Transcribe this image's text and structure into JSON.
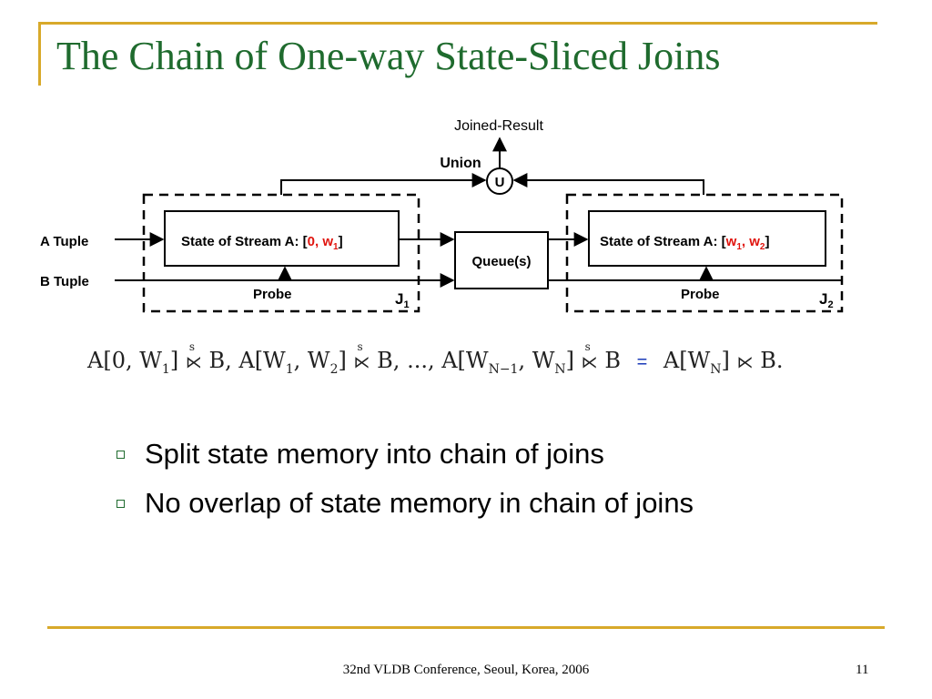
{
  "title": "The Chain of One-way State-Sliced Joins",
  "diagram": {
    "joined_result": "Joined-Result",
    "union_label": "Union",
    "union_symbol": "U",
    "a_tuple": "A Tuple",
    "b_tuple": "B Tuple",
    "state1_prefix": "State of Stream A: [",
    "state1_range": "0, w",
    "state1_sub": "1",
    "state1_suffix": "]",
    "state2_prefix": "State of Stream A: [",
    "state2_w1": "w",
    "state2_w1_sub": "1",
    "state2_sep": ", w",
    "state2_w2_sub": "2",
    "state2_suffix": "]",
    "queue": "Queue(s)",
    "probe1": "Probe",
    "probe2": "Probe",
    "j1": "J",
    "j1_sub": "1",
    "j2": "J",
    "j2_sub": "2",
    "highlight_color": "#e0140e",
    "line_color": "#000000"
  },
  "formula": {
    "part1": "A[0, W",
    "sub1": "1",
    "part1_end": "]",
    "op_sup": "s",
    "part2": "B,  A[W",
    "sub2a": "1",
    "part2_mid": ", W",
    "sub2b": "2",
    "part2_end": "]",
    "part3": "B,  ...,  A[W",
    "sub3a": "N−1",
    "part3_mid": ", W",
    "sub3b": "N",
    "part3_end": "]",
    "part4": "B",
    "equals": "=",
    "rhs": "A[W",
    "rhs_sub": "N",
    "rhs_end": "]",
    "rhs_b": "B."
  },
  "bullets": [
    "Split state memory into chain of joins",
    "No overlap of state memory in chain of joins"
  ],
  "footer": "32nd VLDB Conference, Seoul, Korea, 2006",
  "page_number": "11",
  "colors": {
    "title": "#1f6b2e",
    "accent": "#d8a92a",
    "equals": "#1a3ab8"
  }
}
